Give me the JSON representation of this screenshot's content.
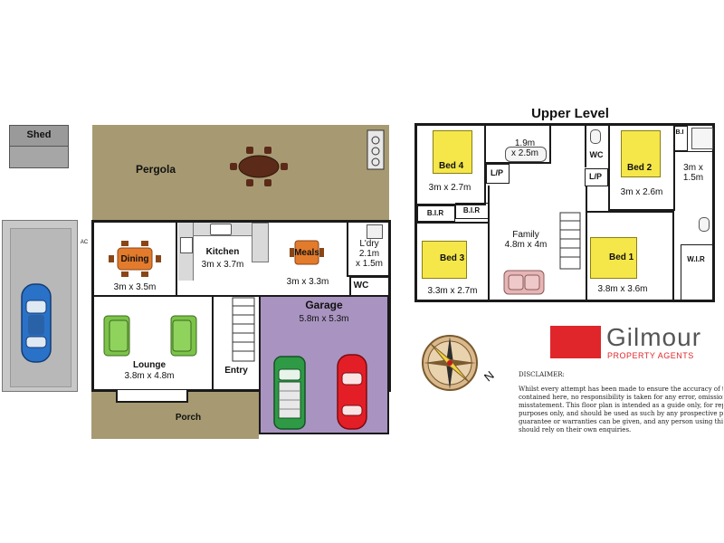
{
  "outbuilding": {
    "shed": "Shed"
  },
  "ground": {
    "ac": "AC",
    "pergola": "Pergola",
    "dining": {
      "name": "Dining",
      "size": "3m x 3.5m"
    },
    "kitchen": {
      "name": "Kitchen",
      "size": "3m x 3.7m"
    },
    "meals": {
      "name": "Meals",
      "size": "3m x 3.3m"
    },
    "laundry": {
      "name": "L'dry",
      "size1": "2.1m",
      "size2": "x 1.5m"
    },
    "wc": "WC",
    "garage": {
      "name": "Garage",
      "size": "5.8m x 5.3m"
    },
    "lounge": {
      "name": "Lounge",
      "size": "3.8m x 4.8m"
    },
    "entry": "Entry",
    "porch": "Porch"
  },
  "upper": {
    "title": "Upper Level",
    "bed4": {
      "name": "Bed 4",
      "size": "3m x 2.7m"
    },
    "bath": {
      "size1": "1.9m",
      "size2": "x 2.5m"
    },
    "wc": "WC",
    "lp1": "L/P",
    "lp2": "L/P",
    "bi_top": "B.I",
    "bed2": {
      "name": "Bed 2",
      "size": "3m x 2.6m"
    },
    "ensuite": {
      "size1": "3m x",
      "size2": "1.5m"
    },
    "bir1": "B.I.R",
    "bir2": "B.I.R",
    "family": {
      "name": "Family",
      "size": "4.8m x 4m"
    },
    "bed3": {
      "name": "Bed 3",
      "size": "3.3m x 2.7m"
    },
    "bed1": {
      "name": "Bed 1",
      "size": "3.8m x 3.6m"
    },
    "wir": "W.I.R"
  },
  "compass": {
    "north": "N"
  },
  "agency": {
    "name": "Gilmour",
    "tagline": "PROPERTY AGENTS",
    "brand_color": "#e0262b"
  },
  "disclaimer": {
    "title": "DISCLAIMER:",
    "lines": [
      "Whilst every attempt has been made to ensure the accuracy of the floor plan",
      "contained here, no responsibility is taken for any error, omission, or",
      "misstatement. This floor plan is intended as a guide only, for representation",
      "purposes only, and should be used as such by any prospective purchaser. No",
      "guarantee or warranties can be given, and any person using this information",
      "should rely on their own enquiries."
    ]
  },
  "colors": {
    "pergola": "#a79a72",
    "garage": "#a993c0",
    "bed": "#f5e74a",
    "sofa": "#7cc34a",
    "car_green": "#2f9a45",
    "car_red": "#e41e26",
    "car_blue": "#2a72c8",
    "driveway": "#c8c8c8"
  }
}
